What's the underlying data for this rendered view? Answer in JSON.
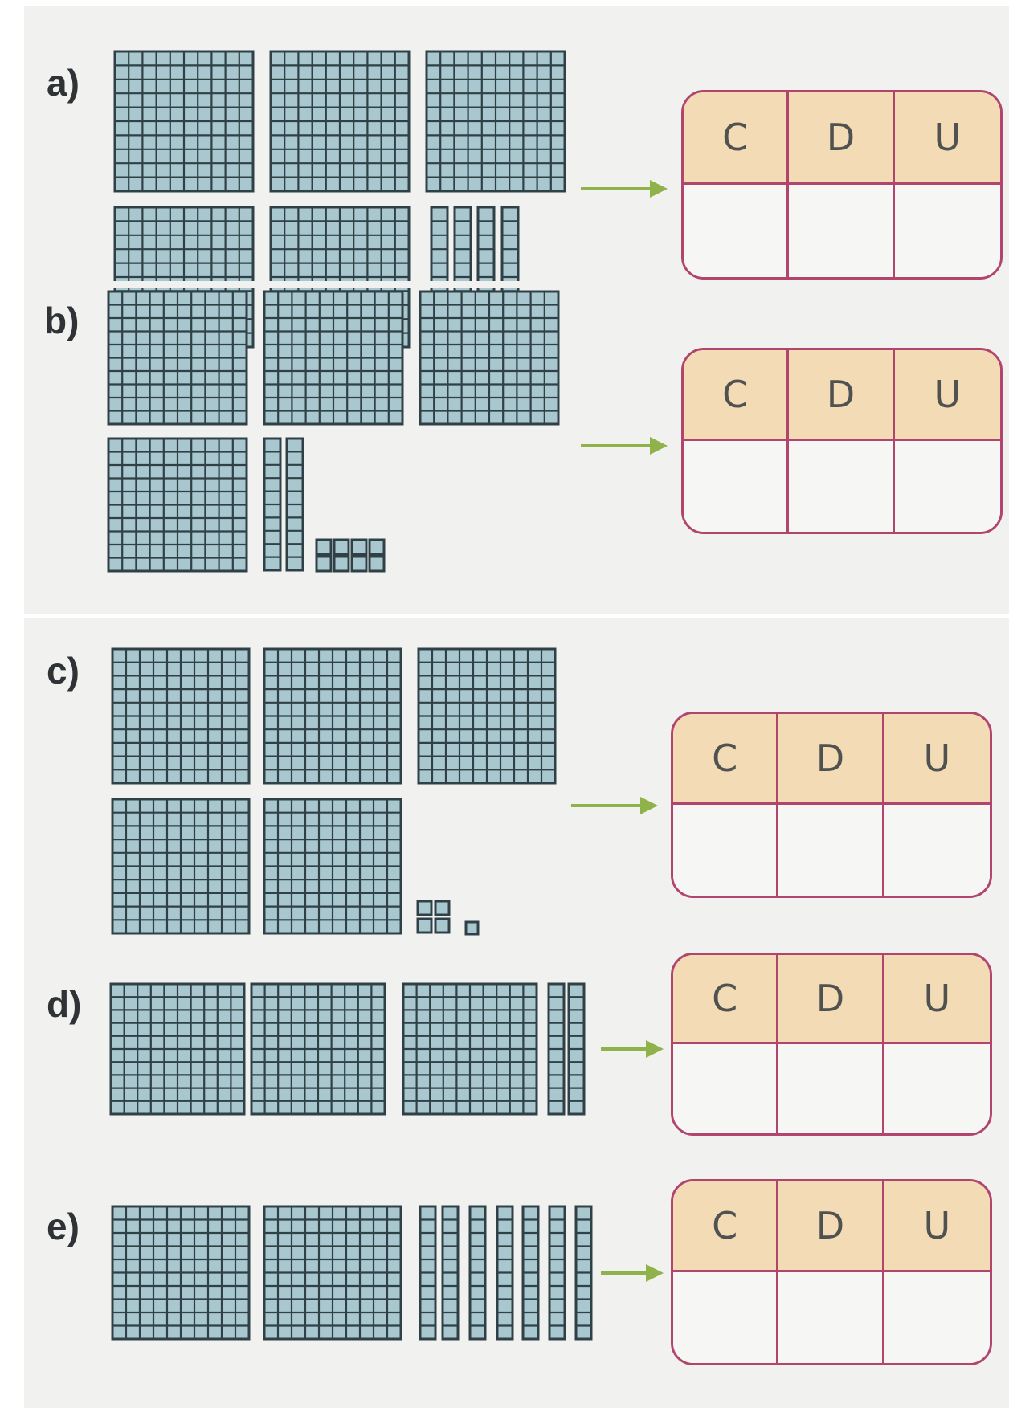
{
  "colors": {
    "block_fill": "#a9c7cf",
    "block_line": "#2f4146",
    "arrow": "#8fb24a",
    "table_border": "#b1456e",
    "table_header": "#f3dcb5"
  },
  "table_headers": [
    "C",
    "D",
    "U"
  ],
  "exercises": [
    {
      "label": "a)",
      "hundreds": 5,
      "tens": 4,
      "units": 0
    },
    {
      "label": "b)",
      "hundreds": 4,
      "tens": 2,
      "units": 8
    },
    {
      "label": "c)",
      "hundreds": 5,
      "tens": 0,
      "units": 5
    },
    {
      "label": "d)",
      "hundreds": 3,
      "tens": 2,
      "units": 0
    },
    {
      "label": "e)",
      "hundreds": 2,
      "tens": 7,
      "units": 0
    }
  ]
}
